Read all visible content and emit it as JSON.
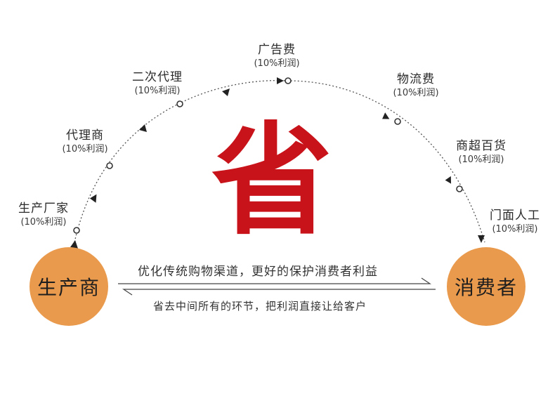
{
  "center_char": "省",
  "producer": "生产商",
  "consumer": "消费者",
  "slogan_top": "优化传统购物渠道，更好的保护消费者利益",
  "slogan_bottom": "省去中间所有的环节，把利润直接让给客户",
  "nodes": [
    {
      "name": "生产厂家",
      "note": "(10%利润)"
    },
    {
      "name": "代理商",
      "note": "(10%利润)"
    },
    {
      "name": "二次代理",
      "note": "(10%利润)"
    },
    {
      "name": "广告费",
      "note": "(10%利润)"
    },
    {
      "name": "物流费",
      "note": "(10%利润)"
    },
    {
      "name": "商超百货",
      "note": "(10%利润)"
    },
    {
      "name": "门面人工",
      "note": "(10%利润)"
    }
  ],
  "colors": {
    "accent": "#c9131b",
    "circle": "#ea9a4c",
    "line": "#555555"
  }
}
